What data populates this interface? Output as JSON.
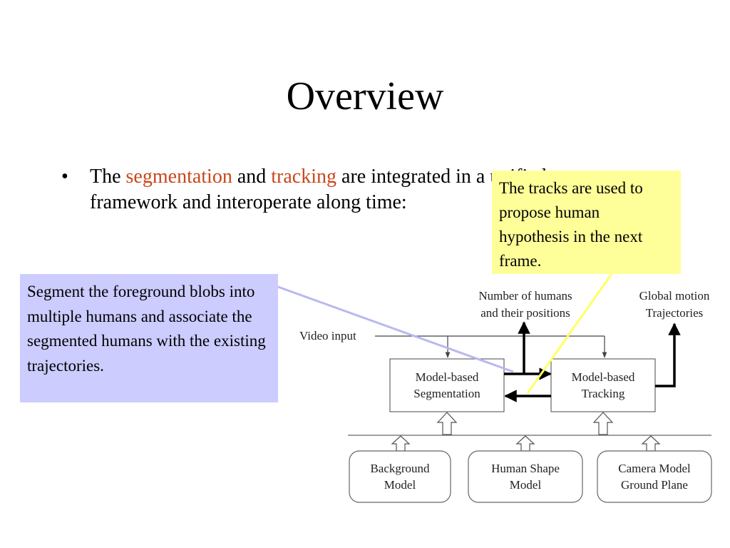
{
  "slide": {
    "title": "Overview"
  },
  "bullet": {
    "dot": "•",
    "parts": [
      "The ",
      "segmentation",
      " and ",
      "tracking",
      " are integrated in a unified",
      "framework and interoperate along time:"
    ]
  },
  "callouts": {
    "tracks": "The tracks are used to propose human hypothesis in the next frame.",
    "segment": "Segment the foreground blobs into multiple humans and associate the segmented humans with the existing trajectories."
  },
  "diagram": {
    "video_input": "Video input",
    "number_humans": [
      "Number of humans",
      "and their positions"
    ],
    "global_motion": [
      "Global motion",
      "Trajectories"
    ],
    "segmentation_box": [
      "Model-based",
      "Segmentation"
    ],
    "tracking_box": [
      "Model-based",
      "Tracking"
    ],
    "background_model": [
      "Background",
      "Model"
    ],
    "human_shape_model": [
      "Human Shape",
      "Model"
    ],
    "camera_model": [
      "Camera Model",
      "Ground Plane"
    ]
  },
  "colors": {
    "accent": "#c8461b",
    "yellow_callout": "#ffff99",
    "blue_callout": "#ccccff",
    "yellow_pointer": "#ffff66",
    "blue_pointer": "#b8b8f0"
  }
}
